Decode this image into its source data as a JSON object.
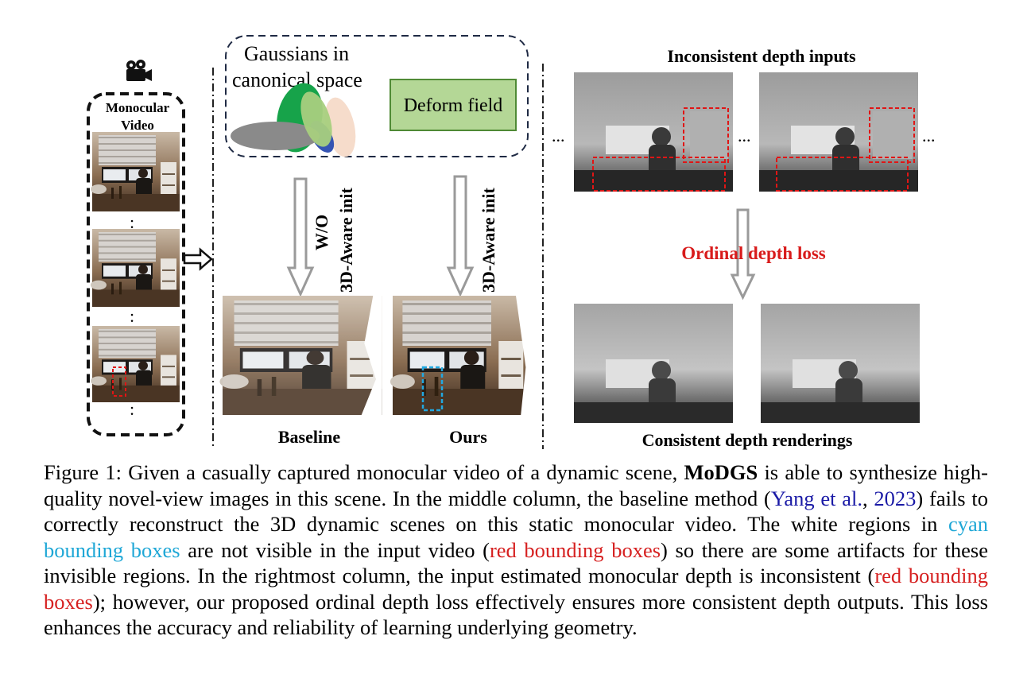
{
  "figure": {
    "left_panel": {
      "title_line1": "Monocular",
      "title_line2": "Video",
      "camera_icon": "movie-camera-icon",
      "dots": ":"
    },
    "arrow_glyph": "⇨",
    "middle_panel": {
      "gaussians_line1": "Gaussians in",
      "gaussians_line2": "canonical space",
      "deform_field": "Deform field",
      "wo_label_line1": "W/O",
      "wo_label_line2": "3D-Aware init",
      "ours_label": "3D-Aware init",
      "baseline_label": "Baseline",
      "ours_caption": "Ours"
    },
    "right_panel": {
      "top_title": "Inconsistent depth inputs",
      "ellipsis": "...",
      "loss_label": "Ordinal depth loss",
      "bottom_title": "Consistent depth renderings"
    },
    "colors": {
      "panel_dash": "#1f2a44",
      "deform_fill": "#b4d796",
      "deform_border": "#4f8a35",
      "arrow_gray": "#9a9a9a",
      "red_box": "#e01515",
      "cyan_box": "#22a8e0",
      "loss_red": "#d81b1b"
    }
  },
  "caption": {
    "p1": "Figure 1:  Given a casually captured monocular video of a dynamic scene, ",
    "model": "MoDGS",
    "p2": " is able to synthesize high-quality novel-view images in this scene. In the middle column, the baseline method (",
    "cite_author": "Yang et al.",
    "cite_sep": ", ",
    "cite_year": "2023",
    "p3": ") fails to correctly reconstruct the 3D dynamic scenes on this static monocular video. The white regions in ",
    "cyan_text": "cyan bounding boxes",
    "p4": " are not visible in the input video (",
    "red_text1": "red bounding boxes",
    "p5": ") so there are some artifacts for these invisible regions. In the rightmost column, the input estimated monocular depth is inconsistent (",
    "red_text2": "red bounding boxes",
    "p6": "); however, our proposed ordinal depth loss effectively ensures more consistent depth outputs. This loss enhances the accuracy and reliability of learning underlying geometry."
  }
}
